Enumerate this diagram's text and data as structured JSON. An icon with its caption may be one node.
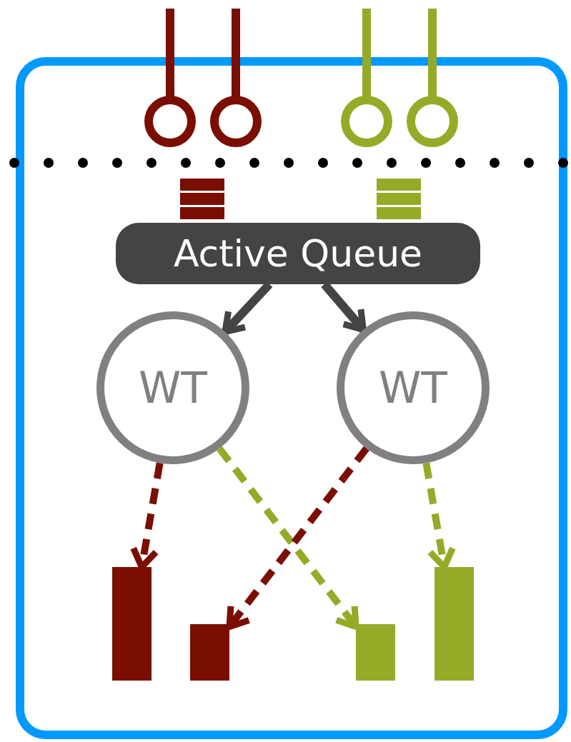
{
  "diagram": {
    "nodes": [
      {
        "text": [],
        "shape": "box"
      },
      {
        "text": [
          "Active Queue"
        ],
        "in": 0
      },
      {
        "text": [
          "WT"
        ],
        "in": 0
      },
      {
        "text": [
          "WT"
        ],
        "in": 0
      },
      {
        "text": [],
        "shape": "bar",
        "in": 0
      },
      {
        "text": [],
        "shape": "bar",
        "in": 0
      },
      {
        "text": [],
        "shape": "bar",
        "in": 0
      },
      {
        "text": [],
        "shape": "bar",
        "in": 0
      }
    ],
    "edges": [
      {
        "from": 1,
        "to": 2,
        "arrow": "to"
      },
      {
        "from": 1,
        "to": 3,
        "arrow": "to"
      },
      {
        "from": 2,
        "to": 4,
        "arrow": "to",
        "style": "dashed",
        "color": "#7a0e00"
      },
      {
        "from": 2,
        "to": 6,
        "arrow": "to",
        "style": "dashed",
        "color": "#97aa28"
      },
      {
        "from": 3,
        "to": 5,
        "arrow": "to",
        "style": "dashed",
        "color": "#7a0e00"
      },
      {
        "from": 3,
        "to": 7,
        "arrow": "to",
        "style": "dashed",
        "color": "#97aa28"
      }
    ]
  }
}
